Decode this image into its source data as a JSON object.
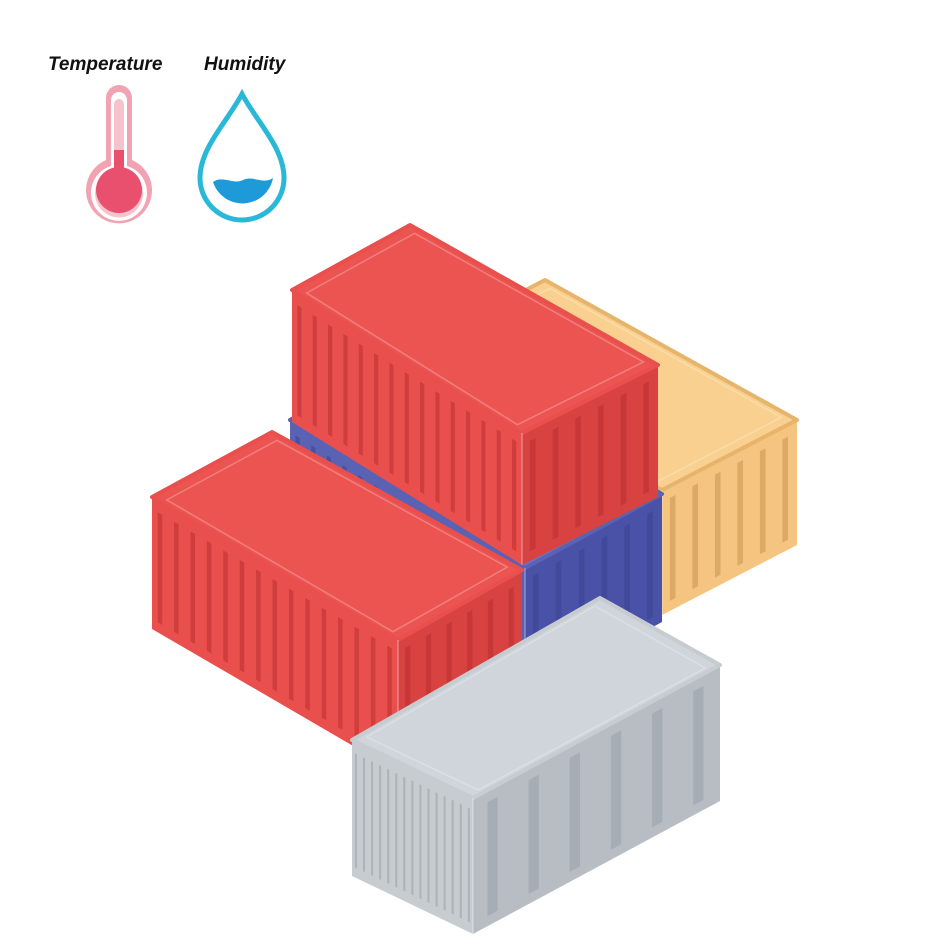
{
  "sensors": {
    "temperature": {
      "label": "Temperature",
      "icon": "thermometer-icon",
      "color": "#e8506e"
    },
    "humidity": {
      "label": "Humidity",
      "icon": "water-drop-icon",
      "color": "#1e9ad9"
    }
  },
  "containers": [
    {
      "id": "orange",
      "colors": {
        "top": "#f9d08f",
        "left": "#e7b46c",
        "right": "#f4c480",
        "rib": "#c9964f"
      }
    },
    {
      "id": "blue",
      "colors": {
        "top": "#6b73c8",
        "left": "#5a62b4",
        "right": "#4a52a8",
        "rib": "#3b4290"
      }
    },
    {
      "id": "red-top",
      "colors": {
        "top": "#ec5451",
        "left": "#e94f4c",
        "right": "#d84240",
        "rib": "#b9302f"
      }
    },
    {
      "id": "red-bottom",
      "colors": {
        "top": "#ec5451",
        "left": "#e94f4c",
        "right": "#d84240",
        "rib": "#b9302f"
      }
    },
    {
      "id": "gray",
      "colors": {
        "top": "#cfd5da",
        "left": "#c7ccd1",
        "right": "#b7bdc3",
        "rib": "#9aa1a8"
      }
    }
  ]
}
